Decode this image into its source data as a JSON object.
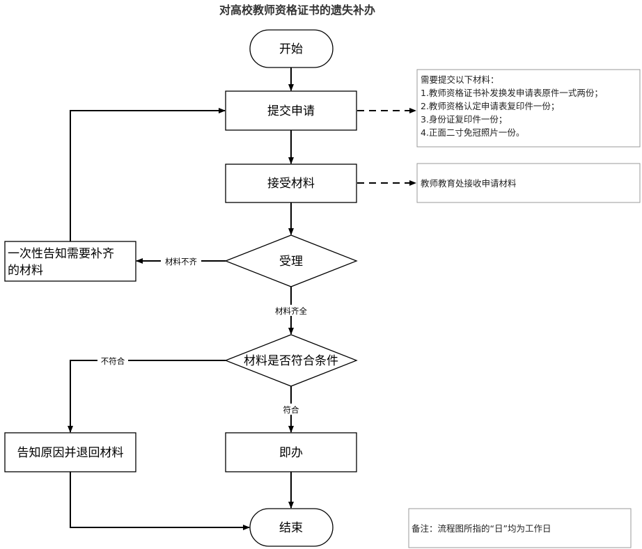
{
  "title": "对高校教师资格证书的遗失补办",
  "nodes": {
    "start": "开始",
    "submit": "提交申请",
    "receive": "接受材料",
    "accept": "受理",
    "notify_supplement_line1": "一次性告知需要补齐",
    "notify_supplement_line2": "的材料",
    "check": "材料是否符合条件",
    "reject": "告知原因并退回材料",
    "process": "即办",
    "end": "结束"
  },
  "edge_labels": {
    "incomplete": "材料不齐",
    "complete": "材料齐全",
    "not_qualified": "不符合",
    "qualified": "符合"
  },
  "notes": {
    "materials": [
      "需要提交以下材料：",
      "1.教师资格证书补发换发申请表原件一式两份；",
      "2.教师资格认定申请表复印件一份；",
      "3.身份证复印件一份；",
      "4.正面二寸免冠照片一份。"
    ],
    "receive_note": "教师教育处接收申请材料",
    "remark": "备注：流程图所指的“日”均为工作日"
  }
}
